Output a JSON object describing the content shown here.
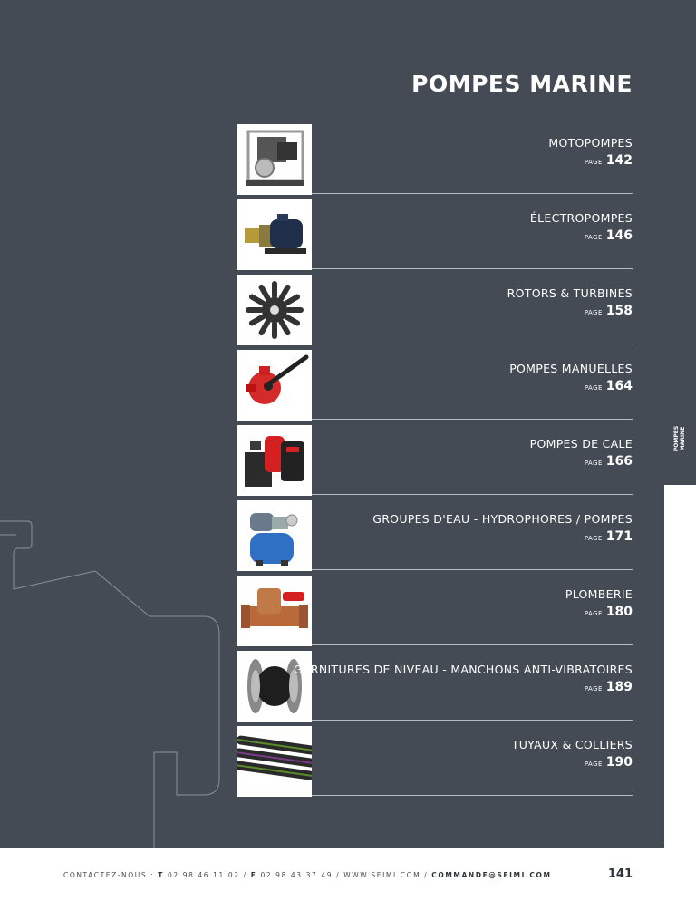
{
  "header": {
    "title": "POMPES MARINE"
  },
  "side_tab": {
    "line1": "POMPES",
    "line2": "MARINE"
  },
  "page_word": "PAGE",
  "categories": [
    {
      "label": "MOTOPOMPES",
      "page": "142",
      "icon": "motor-pump-icon"
    },
    {
      "label": "ÉLECTROPOMPES",
      "page": "146",
      "icon": "electric-pump-icon"
    },
    {
      "label": "ROTORS & TURBINES",
      "page": "158",
      "icon": "impeller-icon"
    },
    {
      "label": "POMPES MANUELLES",
      "page": "164",
      "icon": "hand-pump-icon"
    },
    {
      "label": "POMPES DE CALE",
      "page": "166",
      "icon": "bilge-pump-icon"
    },
    {
      "label": "GROUPES D'EAU - HYDROPHORES / POMPES",
      "page": "171",
      "icon": "water-group-icon"
    },
    {
      "label": "PLOMBERIE",
      "page": "180",
      "icon": "valve-icon"
    },
    {
      "label": "GARNITURES DE NIVEAU - MANCHONS ANTI-VIBRATOIRES",
      "page": "189",
      "icon": "flex-coupling-icon"
    },
    {
      "label": "TUYAUX & COLLIERS",
      "page": "190",
      "icon": "hose-icon"
    }
  ],
  "footer": {
    "contact_prefix": "CONTACTEZ-NOUS : ",
    "t_label": "T",
    "phone": " 02 98 46 11 02 / ",
    "f_label": "F",
    "fax": " 02 98 43 37 49 / WWW.SEIMI.COM / ",
    "email": "COMMANDE@SEIMI.COM",
    "page_number": "141"
  },
  "colors": {
    "background": "#454b54",
    "footer_bg": "#ffffff",
    "rule": "#b6bcc4"
  }
}
